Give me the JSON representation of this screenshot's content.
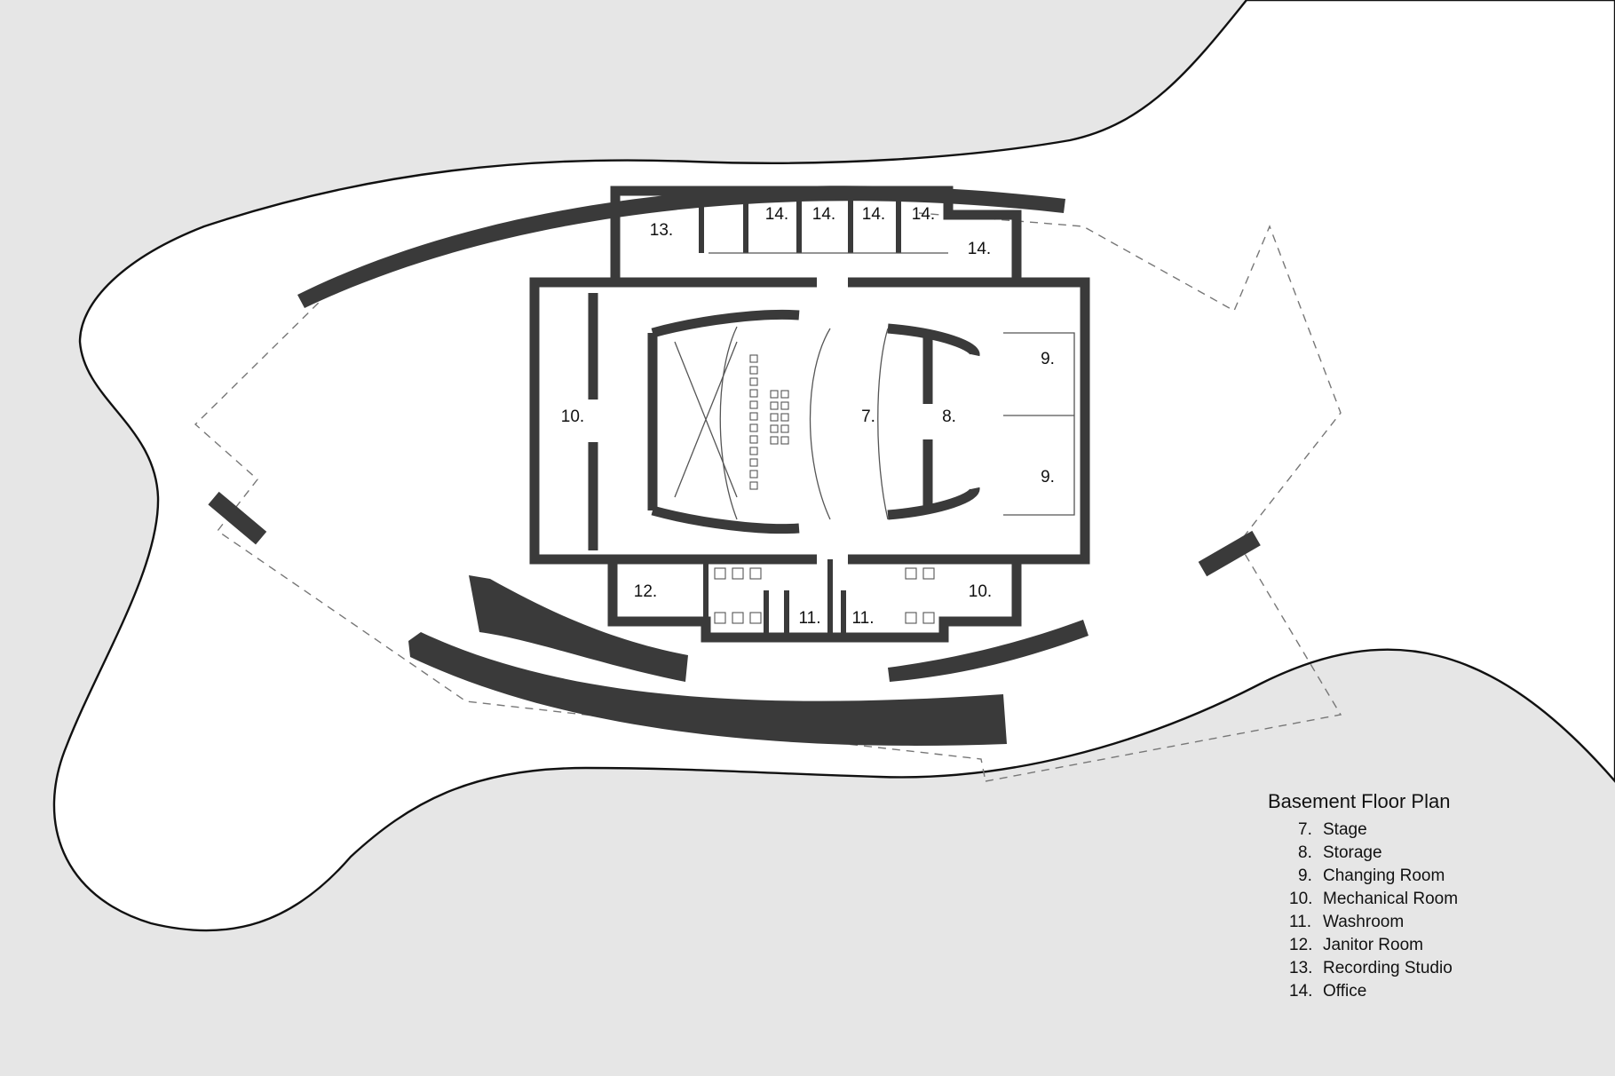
{
  "legend": {
    "title": "Basement Floor Plan",
    "items": [
      {
        "num": "7.",
        "name": "Stage"
      },
      {
        "num": "8.",
        "name": "Storage"
      },
      {
        "num": "9.",
        "name": "Changing Room"
      },
      {
        "num": "10.",
        "name": "Mechanical Room"
      },
      {
        "num": "11.",
        "name": "Washroom"
      },
      {
        "num": "12.",
        "name": "Janitor Room"
      },
      {
        "num": "13.",
        "name": "Recording Studio"
      },
      {
        "num": "14.",
        "name": "Office"
      }
    ]
  },
  "rooms": {
    "stage": "7.",
    "storage": "8.",
    "changing_top": "9.",
    "changing_bottom": "9.",
    "mechanical_left": "10.",
    "mechanical_right": "10.",
    "washroom_left": "11.",
    "washroom_right": "11.",
    "janitor": "12.",
    "recording": "13.",
    "office_1": "14.",
    "office_2": "14.",
    "office_3": "14.",
    "office_4": "14.",
    "office_5": "14."
  },
  "colors": {
    "ground": "#e6e6e6",
    "site": "#ffffff",
    "wall": "#3a3a3a"
  }
}
